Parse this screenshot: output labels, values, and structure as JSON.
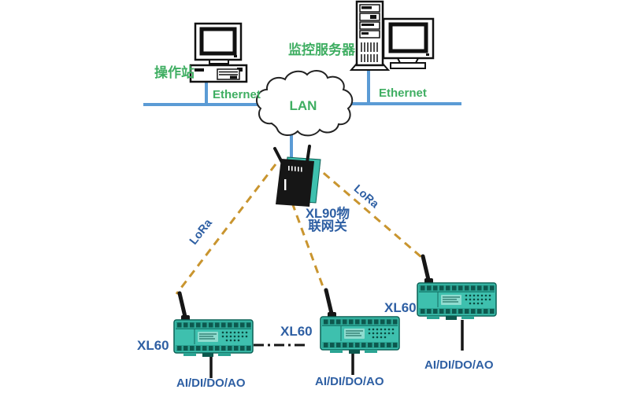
{
  "colors": {
    "network_line": "#5B9BD5",
    "green_label": "#3FAE62",
    "blue_label": "#2E5FA3",
    "lora_line": "#C9952F",
    "device_body": "#3EC0AE",
    "black": "#161616"
  },
  "nodes": {
    "operator_station": {
      "label": "操作站"
    },
    "monitor_server": {
      "label": "监控服务器"
    },
    "lan_cloud": {
      "label": "LAN"
    },
    "gateway": {
      "label_line1": "XL90物",
      "label_line2": "联网关"
    },
    "device_left": {
      "label": "XL60",
      "io": "AI/DI/DO/AO"
    },
    "device_middle": {
      "label": "XL60",
      "io": "AI/DI/DO/AO"
    },
    "device_right": {
      "label": "XL60",
      "io": "AI/DI/DO/AO"
    }
  },
  "links": {
    "ethernet_left": {
      "label": "Ethernet"
    },
    "ethernet_right": {
      "label": "Ethernet"
    },
    "lora_left": {
      "label": "LoRa"
    },
    "lora_right": {
      "label": "LoRa"
    }
  }
}
